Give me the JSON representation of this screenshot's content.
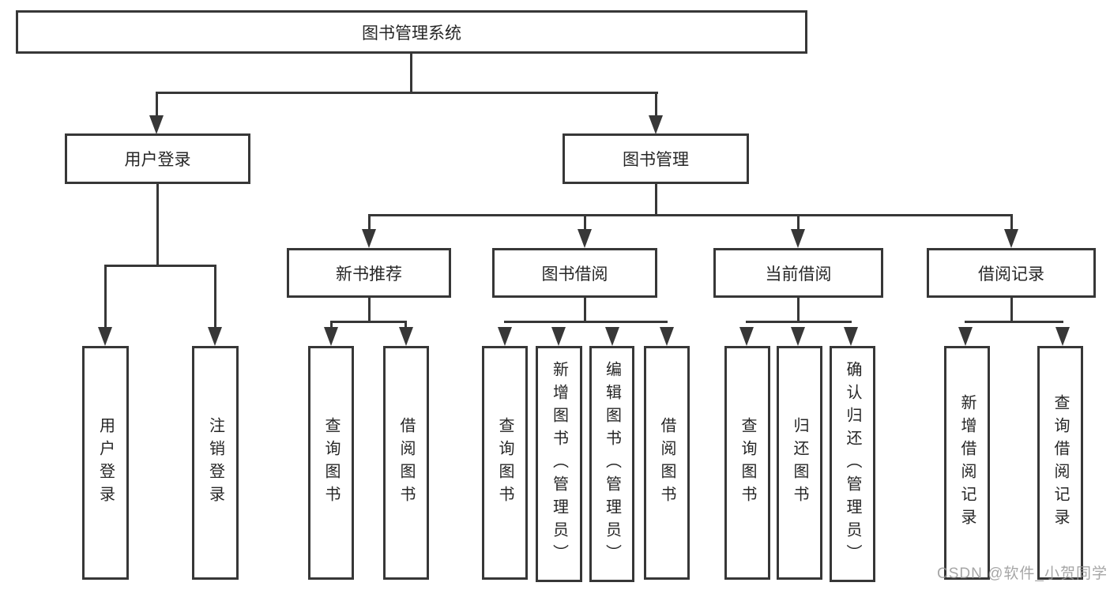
{
  "watermark": "CSDN @软件_小贺同学",
  "colors": {
    "line": "#373737",
    "text": "#262626",
    "background": "#ffffff",
    "watermark": "#969696"
  },
  "tree": {
    "label": "图书管理系统",
    "children": [
      {
        "label": "用户登录",
        "children": [
          {
            "label": "用户登录"
          },
          {
            "label": "注销登录"
          }
        ]
      },
      {
        "label": "图书管理",
        "children": [
          {
            "label": "新书推荐",
            "children": [
              {
                "label": "查询图书"
              },
              {
                "label": "借阅图书"
              }
            ]
          },
          {
            "label": "图书借阅",
            "children": [
              {
                "label": "查询图书"
              },
              {
                "label": "新增图书（管理员）"
              },
              {
                "label": "编辑图书（管理员）"
              },
              {
                "label": "借阅图书"
              }
            ]
          },
          {
            "label": "当前借阅",
            "children": [
              {
                "label": "查询图书"
              },
              {
                "label": "归还图书"
              },
              {
                "label": "确认归还（管理员）"
              }
            ]
          },
          {
            "label": "借阅记录",
            "children": [
              {
                "label": "新增借阅记录"
              },
              {
                "label": "查询借阅记录"
              }
            ]
          }
        ]
      }
    ]
  }
}
